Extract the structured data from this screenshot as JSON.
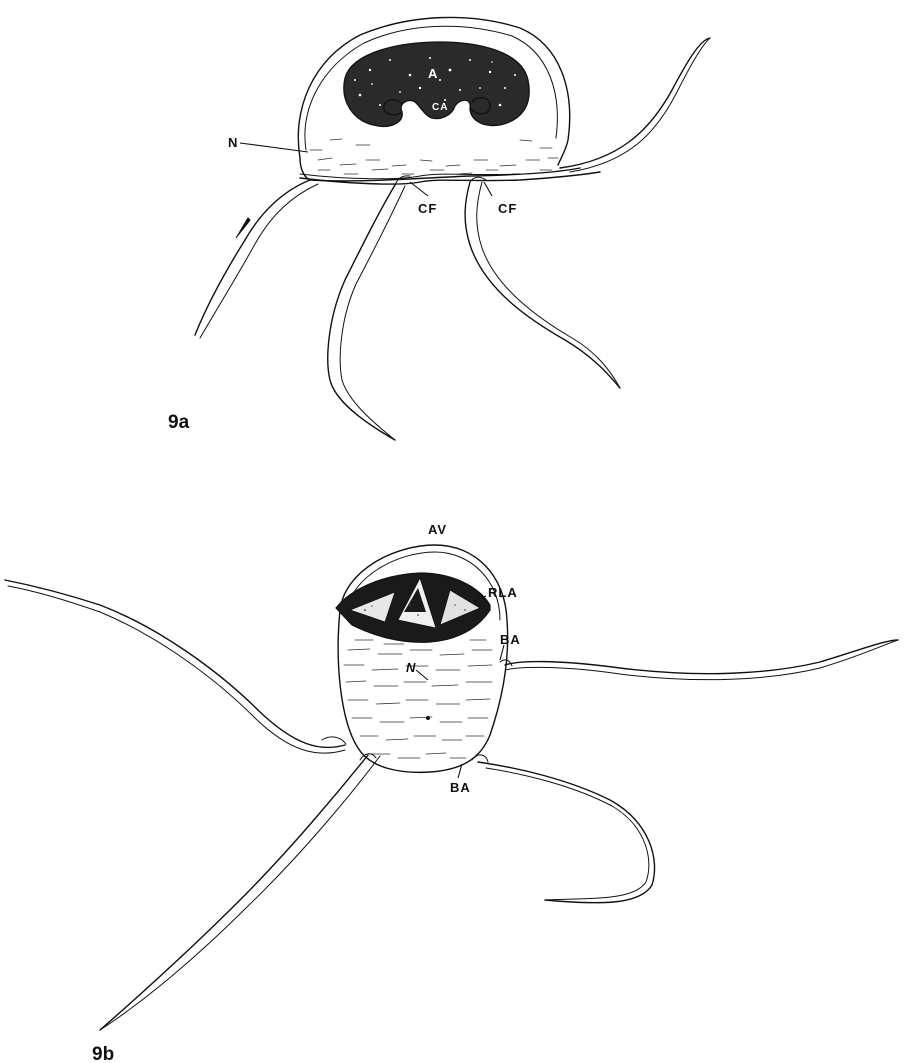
{
  "figure_a": {
    "panel_label": "9a",
    "labels": {
      "nucleus": "N",
      "cell_a": "A",
      "ca_region": "CA",
      "cf_left": "CF",
      "cf_right": "CF"
    }
  },
  "figure_b": {
    "panel_label": "9b",
    "labels": {
      "av": "AV",
      "rla": "RLA",
      "ba_upper": "BA",
      "ba_lower": "BA",
      "nucleus": "N"
    }
  }
}
